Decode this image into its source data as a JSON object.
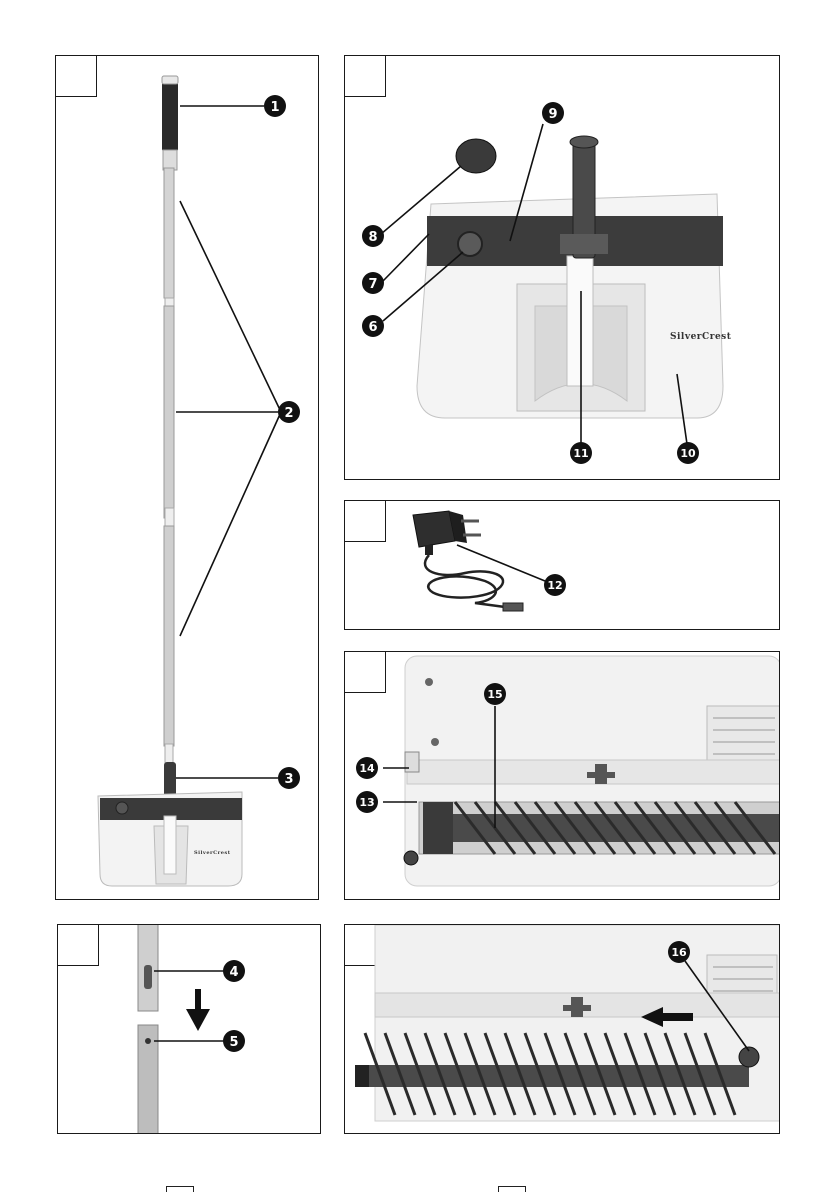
{
  "callouts": {
    "n1": "1",
    "n2": "2",
    "n3": "3",
    "n4": "4",
    "n5": "5",
    "n6": "6",
    "n7": "7",
    "n8": "8",
    "n9": "9",
    "n10": "10",
    "n11": "11",
    "n12": "12",
    "n13": "13",
    "n14": "14",
    "n15": "15",
    "n16": "16"
  },
  "brand": {
    "logo_large": "SilverCrest",
    "logo_small": "SilverCrest"
  },
  "icons": {
    "arrow_down": "arrow-down-icon",
    "arrow_left": "arrow-left-icon"
  },
  "colors": {
    "ink": "#1a1a1a",
    "panel_bg": "#ffffff",
    "housing": "#eeeeee",
    "stripe": "#3a3a3a",
    "pole": "#c8c8c8",
    "bristle": "#2b2b2b"
  }
}
